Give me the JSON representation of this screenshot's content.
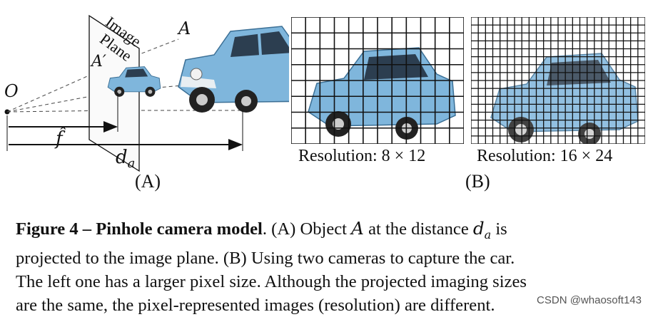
{
  "panel_a": {
    "label_o": "O",
    "label_a": "A",
    "label_a_prime": "A′",
    "plane_word_1": "Image",
    "plane_word_2": "Plane",
    "label_f_hat": "f̂",
    "label_d": "d",
    "label_d_sub": "a",
    "tag": "(A)"
  },
  "panel_b": {
    "left_res": "Resolution:  8 × 12",
    "right_res": "Resolution:  16 × 24",
    "tag": "(B)"
  },
  "caption": {
    "line1_bold": "Figure 4 – Pinhole camera model",
    "line1_a": ". (A) Object ",
    "line1_var": "A",
    "line1_b": " at the distance ",
    "line1_d": "d",
    "line1_sub": "a",
    "line1_c": " is",
    "line2": "projected to the image plane. (B) Using two cameras to capture the car.",
    "line3": "The left one has a larger pixel size. Although the projected imaging sizes",
    "line4": "are the same, the pixel-represented images (resolution) are different."
  },
  "watermark": "CSDN @whaosoft143",
  "colors": {
    "car_body": "#7fb6dc",
    "car_dark": "#4f8fbe",
    "grid_line": "#111111"
  }
}
